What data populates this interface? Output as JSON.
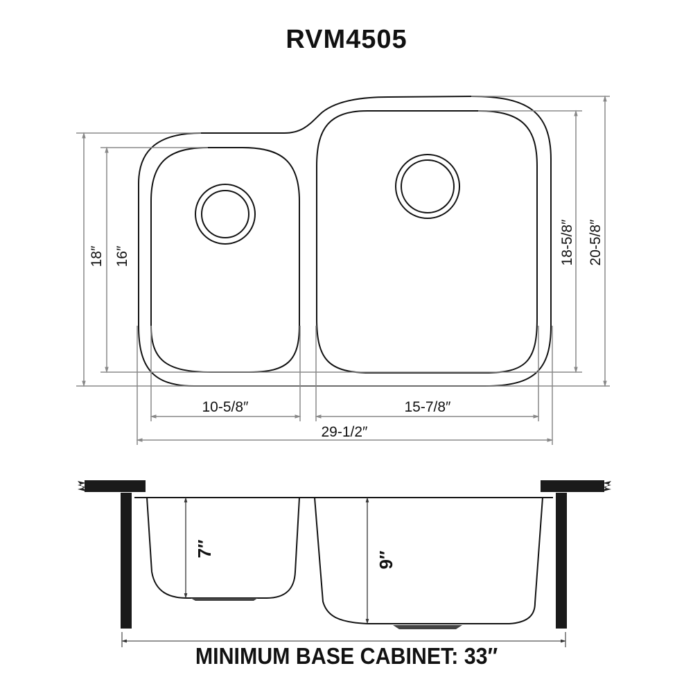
{
  "title": "RVM4505",
  "top_view": {
    "dimensions": {
      "overall_height_left": "18″",
      "left_bowl_height": "16″",
      "right_bowl_height": "18-5/8″",
      "overall_height_right": "20-5/8″",
      "left_bowl_width": "10-5/8″",
      "right_bowl_width": "15-7/8″",
      "overall_width": "29-1/2″"
    }
  },
  "side_view": {
    "dimensions": {
      "left_bowl_depth": "7″",
      "right_bowl_depth": "9″"
    }
  },
  "footer": {
    "label": "MINIMUM BASE CABINET: 33″"
  },
  "colors": {
    "outline": "#111111",
    "dimension_line": "#888888",
    "cabinet": "#1a1a1a"
  }
}
